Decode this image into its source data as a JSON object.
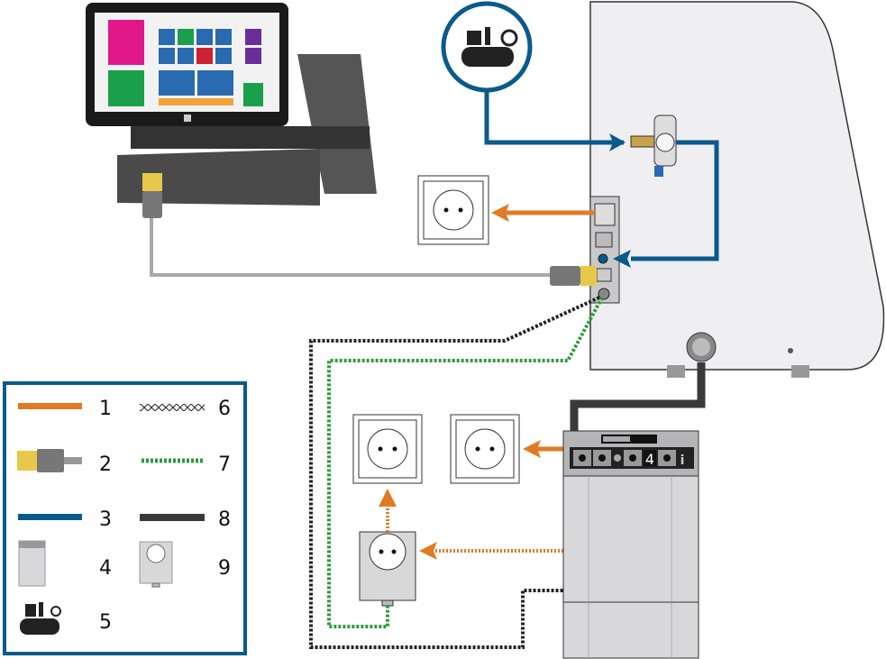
{
  "colors": {
    "power_cable": "#e07b24",
    "usb_cable": "#a8a8a8",
    "air_hose": "#0a5a8c",
    "suction_hose": "#3a3a3a",
    "signal_cable": "#222222",
    "signal_cable_green": "#2e9a3e",
    "machine_body": "#efeff1",
    "usb_plug": "#e8c84a"
  },
  "suction_unit": {
    "display_value": "4",
    "info_glyph": "i"
  },
  "legend": {
    "items": [
      {
        "number": "1",
        "icon": "orange-power-cable"
      },
      {
        "number": "2",
        "icon": "usb-cable"
      },
      {
        "number": "3",
        "icon": "blue-air-hose"
      },
      {
        "number": "4",
        "icon": "suction-unit"
      },
      {
        "number": "5",
        "icon": "air-compressor"
      },
      {
        "number": "6",
        "icon": "black-signal-cable"
      },
      {
        "number": "7",
        "icon": "green-signal-cable"
      },
      {
        "number": "8",
        "icon": "black-suction-hose"
      },
      {
        "number": "9",
        "icon": "switchable-socket"
      }
    ]
  }
}
